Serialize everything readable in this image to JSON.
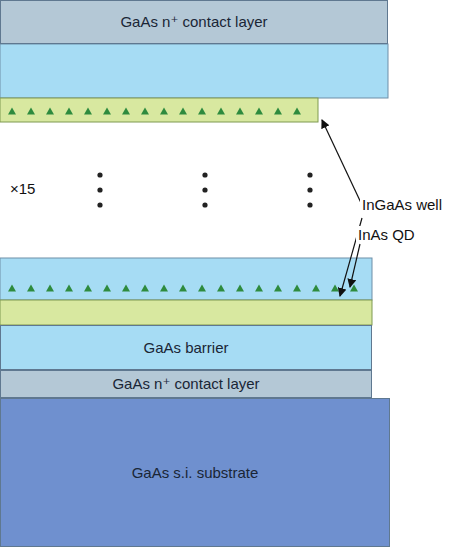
{
  "diagram": {
    "nodes": [
      {
        "text": [
          "GaAs n⁺ contact layer"
        ]
      },
      {
        "text": [
          "GaAs barrier"
        ]
      },
      {
        "text": [
          "GaAs n⁺ contact layer"
        ]
      },
      {
        "text": [
          "GaAs s.i. substrate"
        ]
      }
    ],
    "labels": [
      "×15",
      "InGaAs well",
      "InAs QD"
    ]
  }
}
